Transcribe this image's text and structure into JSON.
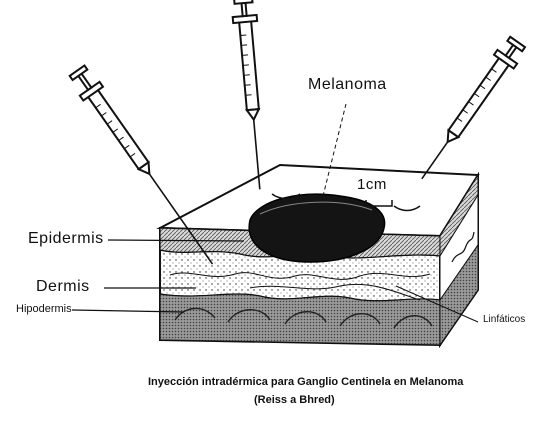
{
  "labels": {
    "melanoma": "Melanoma",
    "scale": "1cm",
    "epidermis": "Epidermis",
    "dermis": "Dermis",
    "hypodermis": "Hipodermis",
    "lymphatics": "Linfáticos"
  },
  "caption": {
    "line1": "Inyección intradérmica para Ganglio Centinela en Melanoma",
    "line2": "(Reiss a Bhred)"
  },
  "colors": {
    "ink": "#111111",
    "tumor": "#141414",
    "background": "#ffffff"
  }
}
